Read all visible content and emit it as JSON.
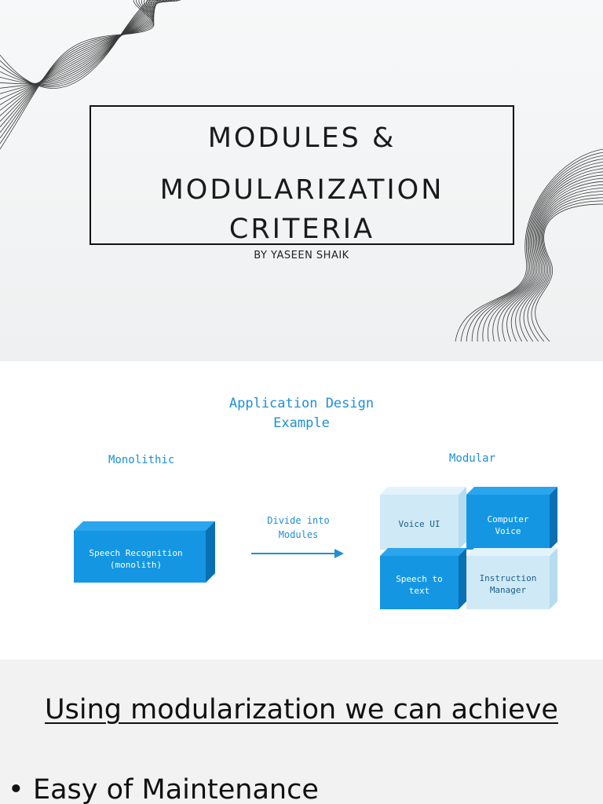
{
  "slide1": {
    "title_lines": [
      "MODULES &",
      "MODULARIZATION",
      "CRITERIA"
    ],
    "byline": "BY YASEEN SHAIK"
  },
  "slide2": {
    "title_lines": [
      "Application Design",
      "Example"
    ],
    "monolithic_label": "Monolithic",
    "modular_label": "Modular",
    "monolith_block": [
      "Speech Recognition",
      "(monolith)"
    ],
    "arrow_label_lines": [
      "Divide into",
      "Modules"
    ],
    "modules": [
      {
        "lines": [
          "Voice UI"
        ],
        "style": "light"
      },
      {
        "lines": [
          "Computer",
          "Voice"
        ],
        "style": "dark"
      },
      {
        "lines": [
          "Speech to",
          "text"
        ],
        "style": "dark"
      },
      {
        "lines": [
          "Instruction",
          "Manager"
        ],
        "style": "light"
      }
    ],
    "colors": {
      "accent": "#1f8fd6",
      "dark_block": "#0f8ee0",
      "light_block": "#cfe9f6"
    }
  },
  "slide3": {
    "heading": "Using modularization we can achieve",
    "bullets": [
      "Easy of Maintenance"
    ]
  }
}
